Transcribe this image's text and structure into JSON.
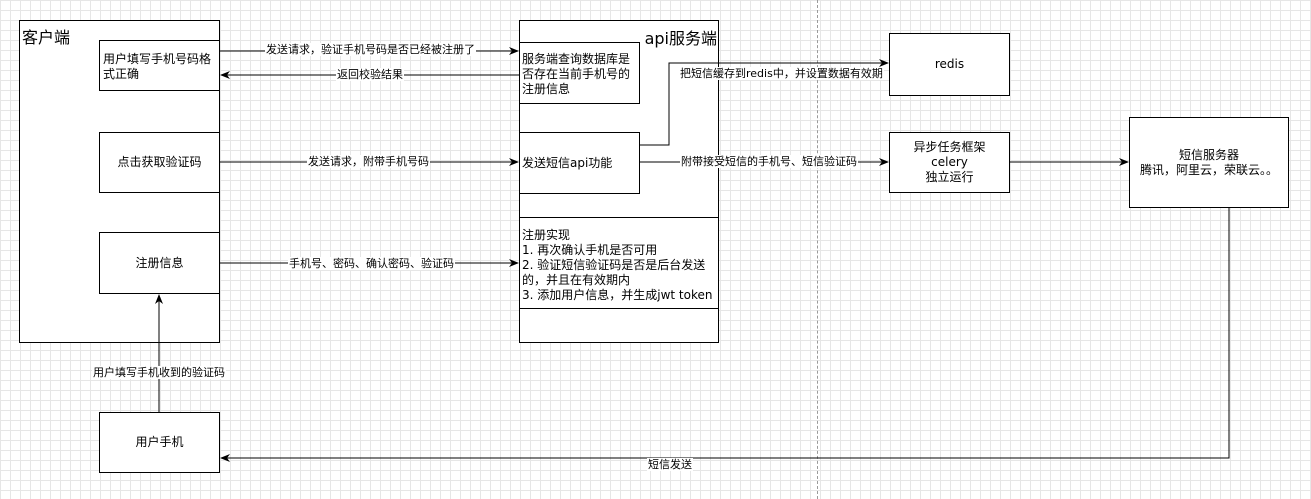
{
  "client": {
    "title": "客户端",
    "box_format": "用户填写手机号码格式正确",
    "box_get_code": "点击获取验证码",
    "box_register": "注册信息"
  },
  "server": {
    "title": "api服务端",
    "box_query": "服务端查询数据库是否存在当前手机号的注册信息",
    "box_sms": "发送短信api功能",
    "box_register_lines": [
      "注册实现",
      "1. 再次确认手机是否可用",
      "2. 验证短信验证码是否是后台发送的，并且在有效期内",
      "3. 添加用户信息，并生成jwt token"
    ]
  },
  "redis": {
    "label": "redis"
  },
  "celery": {
    "lines": [
      "异步任务框架",
      "celery",
      "独立运行"
    ]
  },
  "sms_server": {
    "lines": [
      "短信服务器",
      "腾讯，阿里云，荣联云。。"
    ]
  },
  "phone": {
    "label": "用户手机"
  },
  "edges": {
    "send_request_check": "发送请求，验证手机号码是否已经被注册了",
    "return_result": "返回校验结果",
    "send_request_phone": "发送请求，附带手机号码",
    "register_fields": "手机号、密码、确认密码、验证码",
    "cache_redis": "把短信缓存到redis中，并设置数据有效期",
    "attach_phone_code": "附带接受短信的手机号、短信验证码",
    "user_input_code": "用户填写手机收到的验证码",
    "sms_send": "短信发送"
  }
}
